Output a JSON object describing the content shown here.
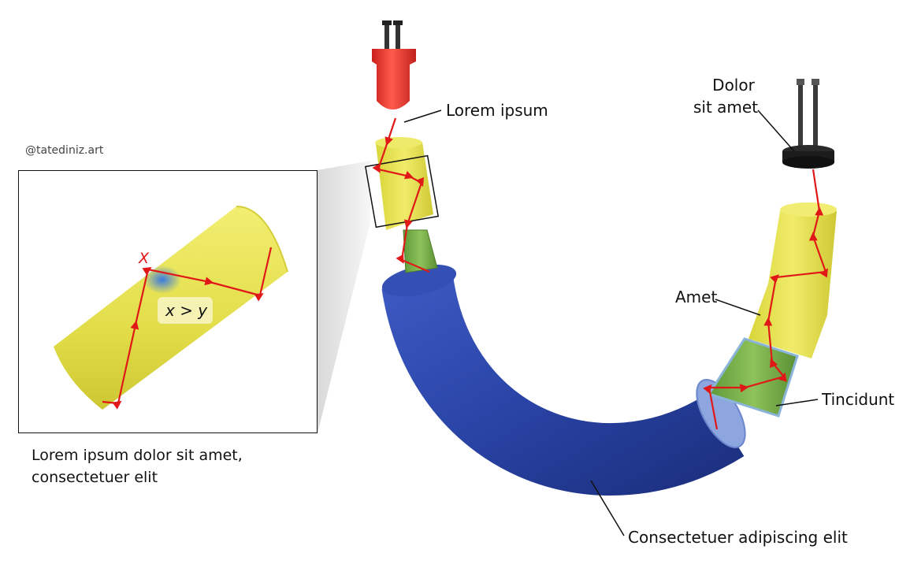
{
  "watermark": "@tatediniz.art",
  "labels": {
    "top_emitter": "Lorem ipsum",
    "detector_line1": "Dolor",
    "detector_line2": "sit amet",
    "amet": "Amet",
    "tincidunt": "Tincidunt",
    "bottom": "Consectetuer adipiscing elit"
  },
  "inset": {
    "point_label": "X",
    "equation": "x > y",
    "caption_line1": "Lorem ipsum dolor sit amet,",
    "caption_line2": "consectetuer elit"
  },
  "colors": {
    "core": "#e4e04a",
    "cladding": "#7fb24a",
    "jacket": "#2f49a8",
    "emitter": "#e8332a",
    "ray": "#e01818",
    "detector": "#222222"
  }
}
